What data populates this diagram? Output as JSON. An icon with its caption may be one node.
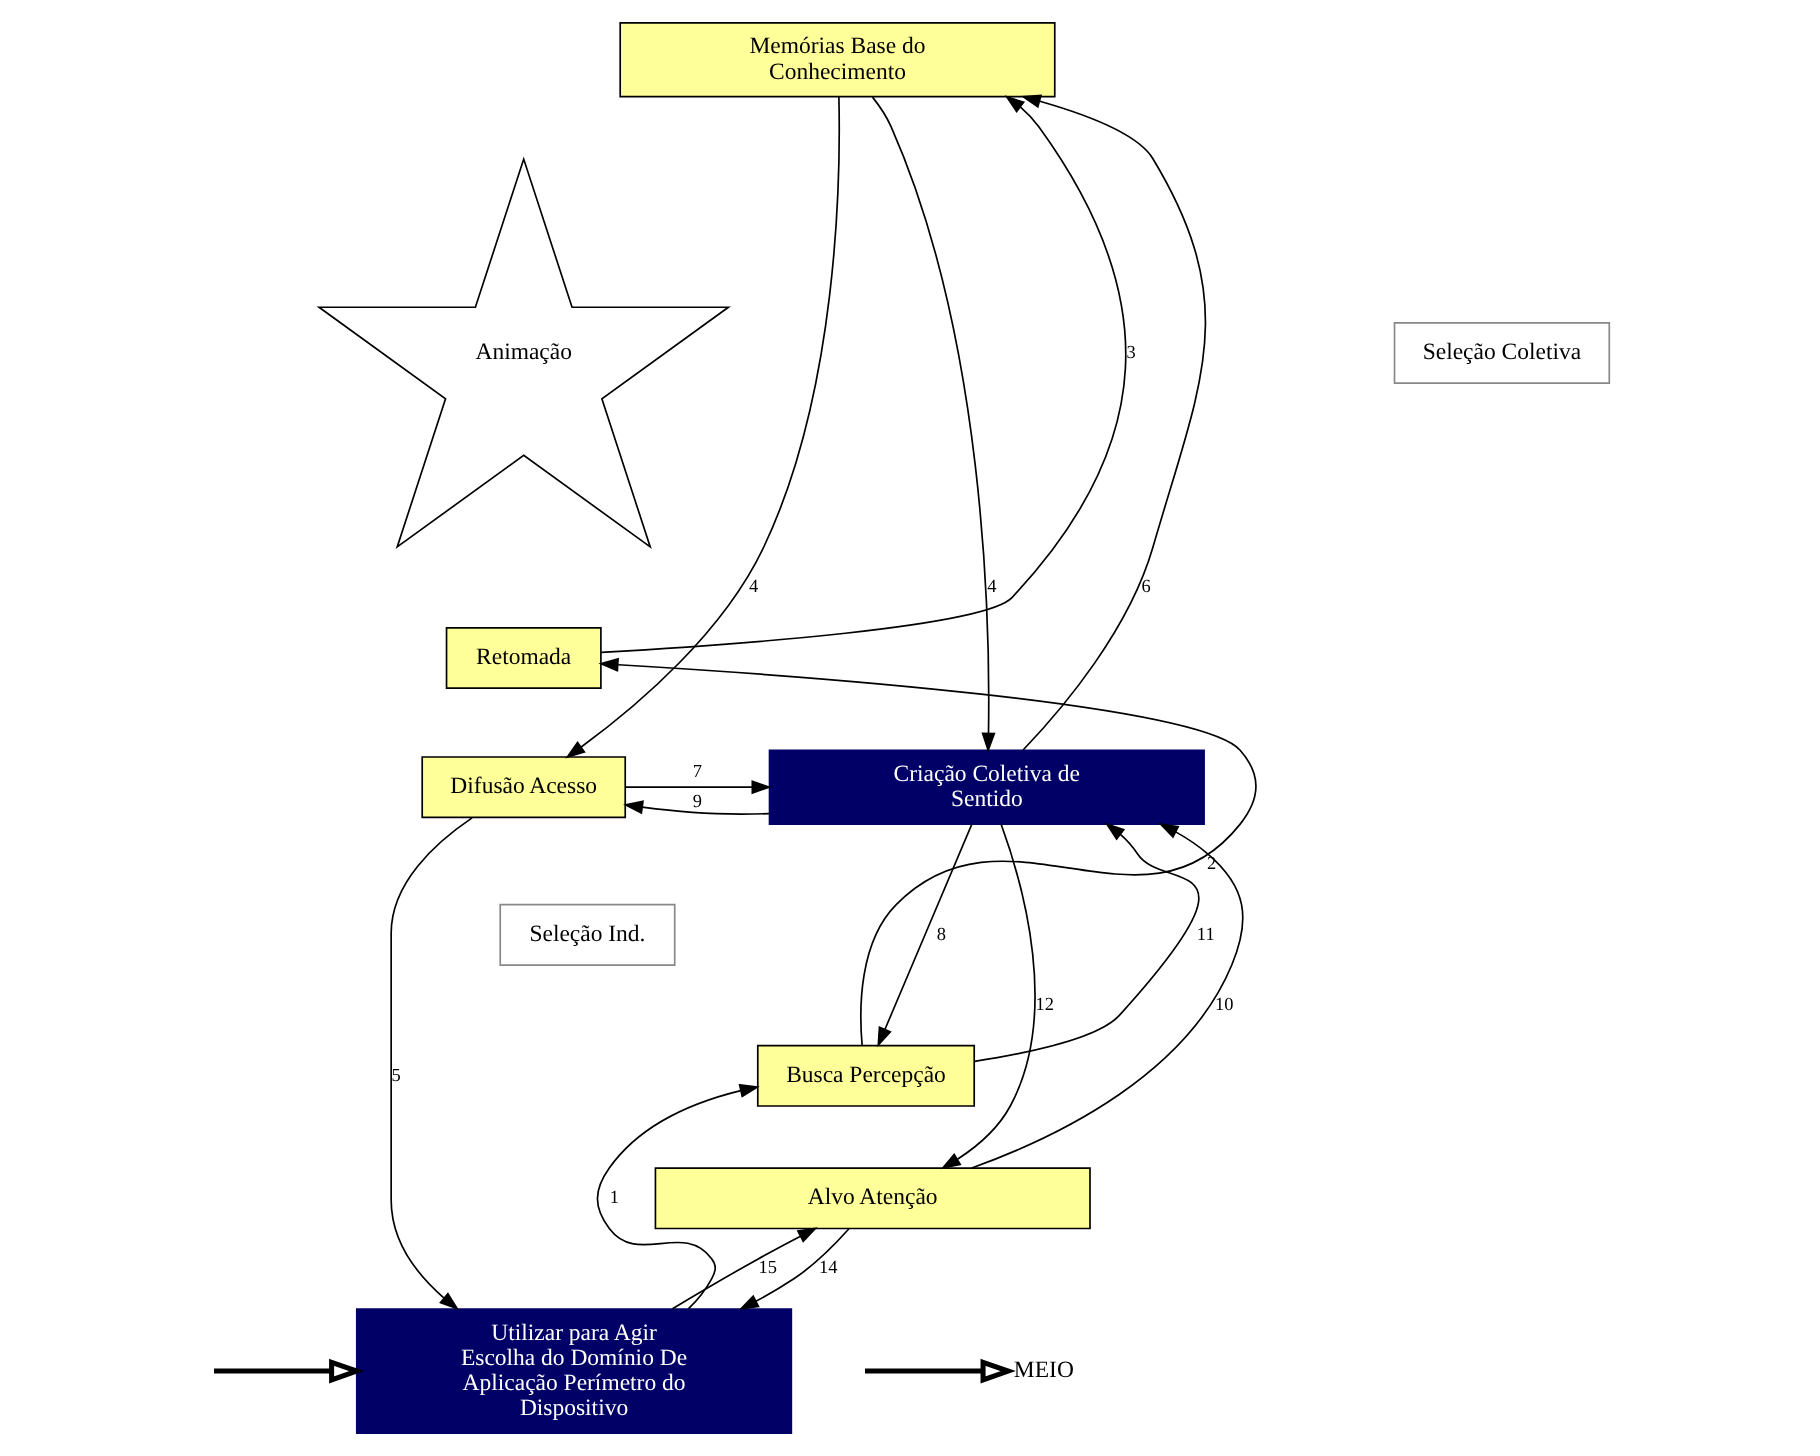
{
  "diagram": {
    "nodes": [
      {
        "text": [
          "Memórias Base do Conhecimento"
        ]
      },
      {
        "text": [
          "Seleção Coletiva"
        ]
      },
      {
        "text": [
          "Animação"
        ]
      },
      {
        "text": [
          "Retomada"
        ]
      },
      {
        "text": [
          "Difusão Acesso"
        ]
      },
      {
        "text": [
          "Criação Coletiva de Sentido"
        ]
      },
      {
        "text": [
          "Seleção Ind."
        ]
      },
      {
        "text": [
          "Busca Percepção"
        ]
      },
      {
        "text": [
          "Alvo Atenção"
        ]
      },
      {
        "text": [
          "Utilizar para Agir Escolha do Domínio De Aplicação Perímetro do Dispositivo"
        ]
      },
      {
        "text": [
          "MEIO"
        ]
      }
    ],
    "edges": [
      {
        "from": 0,
        "to": 4,
        "arrow": "to",
        "label": "4"
      },
      {
        "from": 0,
        "to": 5,
        "arrow": "to",
        "label": "4"
      },
      {
        "from": 5,
        "to": 0,
        "arrow": "to",
        "label": "6"
      },
      {
        "from": 3,
        "to": 0,
        "arrow": "to",
        "label": "3"
      },
      {
        "from": 7,
        "to": 3,
        "arrow": "to",
        "label": "2"
      },
      {
        "from": 4,
        "to": 5,
        "arrow": "to",
        "label": "7"
      },
      {
        "from": 5,
        "to": 4,
        "arrow": "to",
        "label": "9"
      },
      {
        "from": 7,
        "to": 5,
        "arrow": "to",
        "label": "11"
      },
      {
        "from": 5,
        "to": 7,
        "arrow": "to",
        "label": "8"
      },
      {
        "from": 5,
        "to": 8,
        "arrow": "to",
        "label": "12"
      },
      {
        "from": 8,
        "to": 5,
        "arrow": "to",
        "label": "10"
      },
      {
        "from": 8,
        "to": 9,
        "arrow": "to",
        "label": "14"
      },
      {
        "from": 9,
        "to": 8,
        "arrow": "to",
        "label": "15"
      },
      {
        "from": 4,
        "to": 9,
        "arrow": "to",
        "label": "5"
      },
      {
        "from": 9,
        "to": 7,
        "arrow": "to",
        "label": "1"
      },
      {
        "from": null,
        "to": 9,
        "arrow": "to",
        "style": "thick"
      },
      {
        "from": null,
        "to": 10,
        "arrow": "to",
        "style": "thick"
      }
    ]
  }
}
